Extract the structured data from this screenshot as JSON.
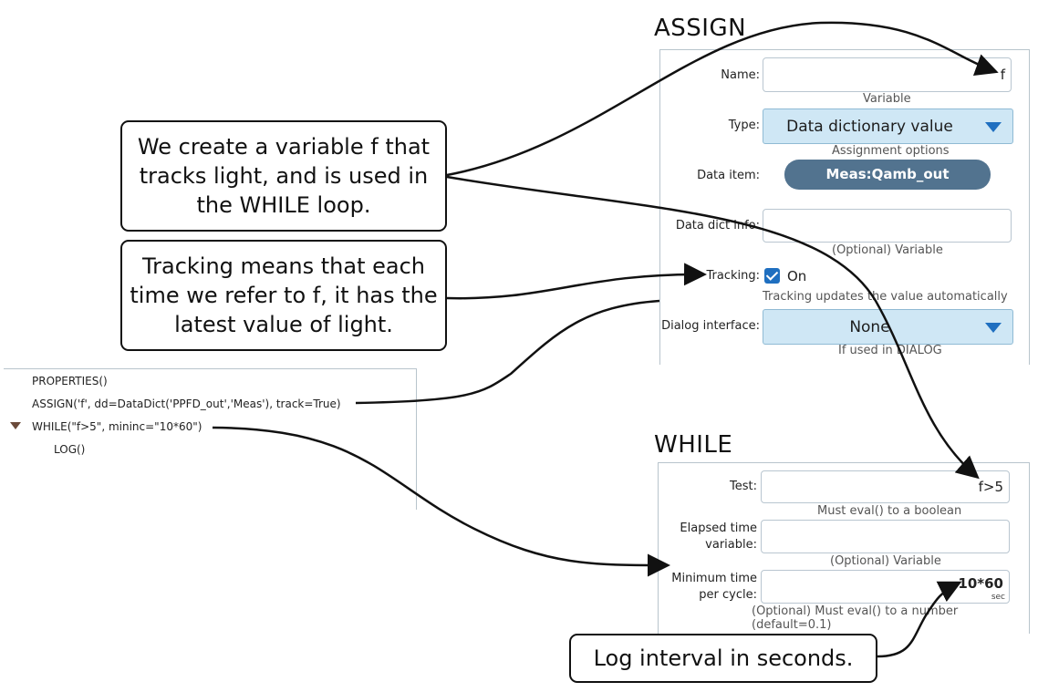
{
  "assign": {
    "title": "ASSIGN",
    "name_label": "Name:",
    "name_value": "f",
    "name_hint": "Variable",
    "type_label": "Type:",
    "type_value": "Data dictionary value",
    "type_hint": "Assignment options",
    "data_item_label": "Data item:",
    "data_item_value": "Meas:Qamb_out",
    "dd_info_label": "Data dict info:",
    "dd_info_value": "",
    "dd_info_hint": "(Optional) Variable",
    "tracking_label": "Tracking:",
    "tracking_value": "On",
    "tracking_hint": "Tracking updates the value automatically",
    "dialog_label": "Dialog interface:",
    "dialog_value": "None",
    "dialog_hint": "If used in DIALOG"
  },
  "while": {
    "title": "WHILE",
    "test_label": "Test:",
    "test_value": "f>5",
    "test_hint": "Must eval() to a boolean",
    "elapsed_label_1": "Elapsed time",
    "elapsed_label_2": "variable:",
    "elapsed_value": "",
    "elapsed_hint": "(Optional) Variable",
    "mincycle_label_1": "Minimum time",
    "mincycle_label_2": "per cycle:",
    "mincycle_value": "10*60",
    "mincycle_unit": "sec",
    "mincycle_hint": "(Optional) Must eval() to a number (default=0.1)"
  },
  "code": {
    "lines": [
      "PROPERTIES()",
      "ASSIGN('f',  dd=DataDict('PPFD_out','Meas'), track=True)",
      "WHILE(\"f>5\", mininc=\"10*60\")",
      "LOG()"
    ]
  },
  "callouts": {
    "variable": [
      "We create a variable f that",
      "tracks light, and is used in",
      "the WHILE loop."
    ],
    "tracking": [
      "Tracking means that each",
      "time we refer to f, it has the",
      "latest value of light."
    ],
    "log": "Log interval in seconds."
  },
  "colors": {
    "select_bg": "#cfe7f5",
    "select_arrow": "#1f6fc0",
    "pill_bg": "#52738f",
    "checkbox": "#1f6fc0"
  }
}
